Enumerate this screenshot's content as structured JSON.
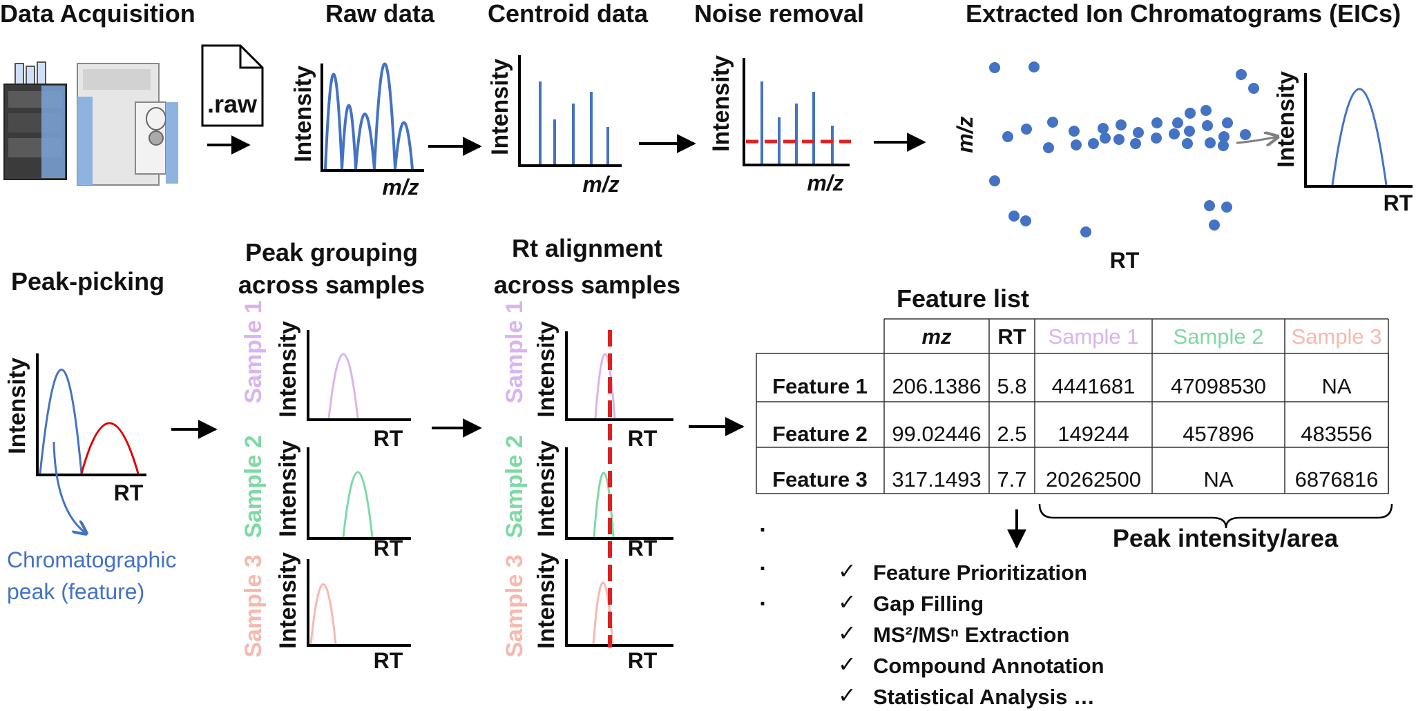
{
  "steps": {
    "acquisition": "Data Acquisition",
    "raw": "Raw data",
    "centroid": "Centroid data",
    "noise": "Noise removal",
    "eic": "Extracted Ion Chromatograms (EICs)",
    "peak_picking": "Peak-picking",
    "grouping_l1": "Peak grouping",
    "grouping_l2": "across samples",
    "alignment_l1": "Rt alignment",
    "alignment_l2": "across samples"
  },
  "file_label": ".raw",
  "axis": {
    "intensity": "Intensity",
    "mz": "m/z",
    "rt": "RT"
  },
  "peak_label": {
    "line1": "Chromatographic",
    "line2": "peak (feature)"
  },
  "samples": [
    "Sample 1",
    "Sample 2",
    "Sample 3"
  ],
  "colors": {
    "blue": "#4472c4",
    "red": "#e00000",
    "dashed_red": "#e02020",
    "sample1": "#d8b4f0",
    "sample2": "#7fd9a4",
    "sample3": "#f7b8ae",
    "arrow_gray": "#808080"
  },
  "feature_table": {
    "title": "Feature list",
    "headers": [
      "mz",
      "RT",
      "Sample 1",
      "Sample 2",
      "Sample 3"
    ],
    "rows": [
      {
        "name": "Feature 1",
        "cells": [
          "206.1386",
          "5.8",
          "4441681",
          "47098530",
          "NA"
        ]
      },
      {
        "name": "Feature 2",
        "cells": [
          "99.02446",
          "2.5",
          "149244",
          "457896",
          "483556"
        ]
      },
      {
        "name": "Feature 3",
        "cells": [
          "317.1493",
          "7.7",
          "20262500",
          "NA",
          "6876816"
        ]
      }
    ],
    "brace_label": "Peak intensity/area"
  },
  "ellipsis_dots": ".",
  "downstream": [
    "Feature Prioritization",
    "Gap Filling",
    "MS²/MSⁿ Extraction",
    "Compound Annotation",
    "Statistical Analysis …"
  ],
  "check_mark": "✓"
}
